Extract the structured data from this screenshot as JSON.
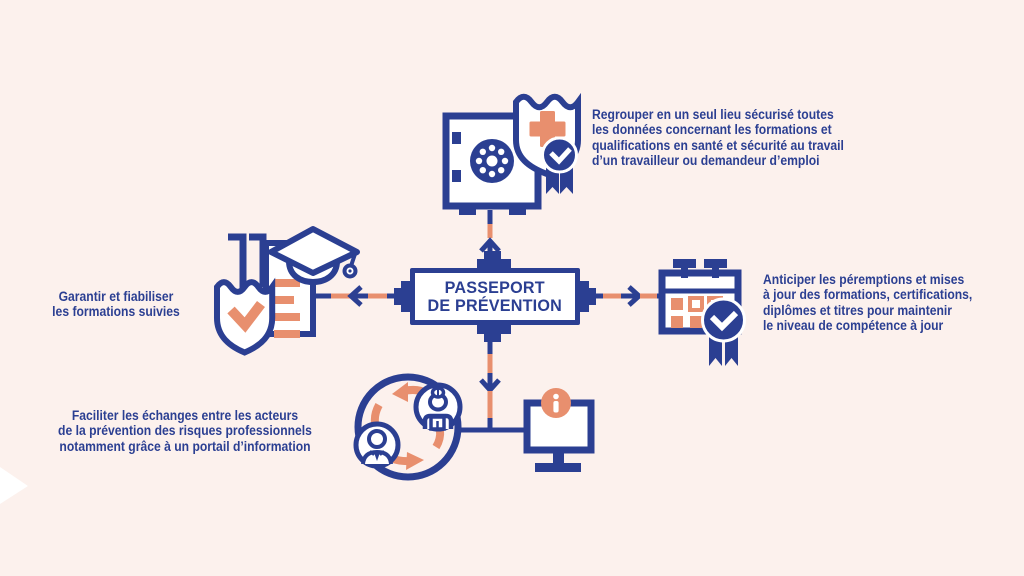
{
  "colors": {
    "background": "#fcf1ed",
    "primary_blue": "#2b3f92",
    "accent_orange": "#e88f6e",
    "panel_white": "#ffffff"
  },
  "center_box": {
    "line1": "PASSEPORT",
    "line2": "DE PRÉVENTION"
  },
  "benefits": {
    "top": {
      "icon": "safe-vault-shield-cross-ribbon-icon",
      "lines": [
        "Regrouper en un seul lieu sécurisé toutes",
        "les données concernant les formations et",
        "qualifications en santé et sécurité au travail",
        "d’un travailleur ou demandeur d’emploi"
      ]
    },
    "right": {
      "icon": "calendar-award-ribbon-icon",
      "lines": [
        "Anticiper les péremptions et mises",
        "à jour des formations, certifications,",
        "diplômes et titres pour maintenir",
        "le niveau de compétence à jour"
      ]
    },
    "left": {
      "icon": "certificate-graduation-shield-check-icon",
      "lines": [
        "Garantir et fiabiliser",
        "les formations suivies"
      ]
    },
    "bottom": {
      "icon": "people-exchange-cycle-and-monitor-info-icon",
      "lines": [
        "Faciliter les échanges entre les acteurs",
        "de la prévention des risques professionnels",
        "notamment grâce à un portail d’information"
      ]
    }
  }
}
